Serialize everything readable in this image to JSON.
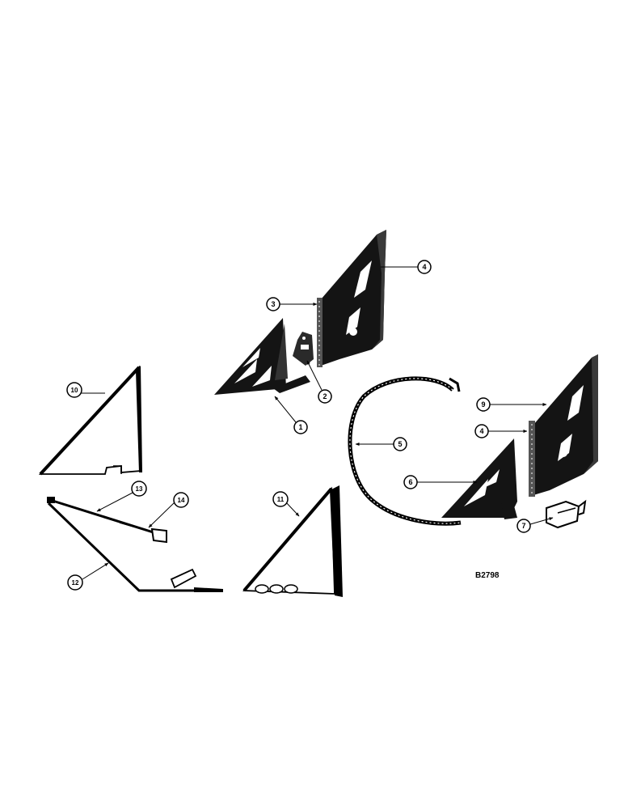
{
  "figure_code": "B2798",
  "callouts": [
    {
      "id": "c1",
      "text": "1"
    },
    {
      "id": "c2",
      "text": "2"
    },
    {
      "id": "c3",
      "text": "3"
    },
    {
      "id": "c4a",
      "text": "4"
    },
    {
      "id": "c4b",
      "text": "4"
    },
    {
      "id": "c5",
      "text": "5"
    },
    {
      "id": "c6",
      "text": "6"
    },
    {
      "id": "c7",
      "text": "7"
    },
    {
      "id": "c9",
      "text": "9"
    },
    {
      "id": "c10",
      "text": "10"
    },
    {
      "id": "c11",
      "text": "11"
    },
    {
      "id": "c12",
      "text": "12"
    },
    {
      "id": "c13",
      "text": "13"
    },
    {
      "id": "c14",
      "text": "14"
    }
  ]
}
